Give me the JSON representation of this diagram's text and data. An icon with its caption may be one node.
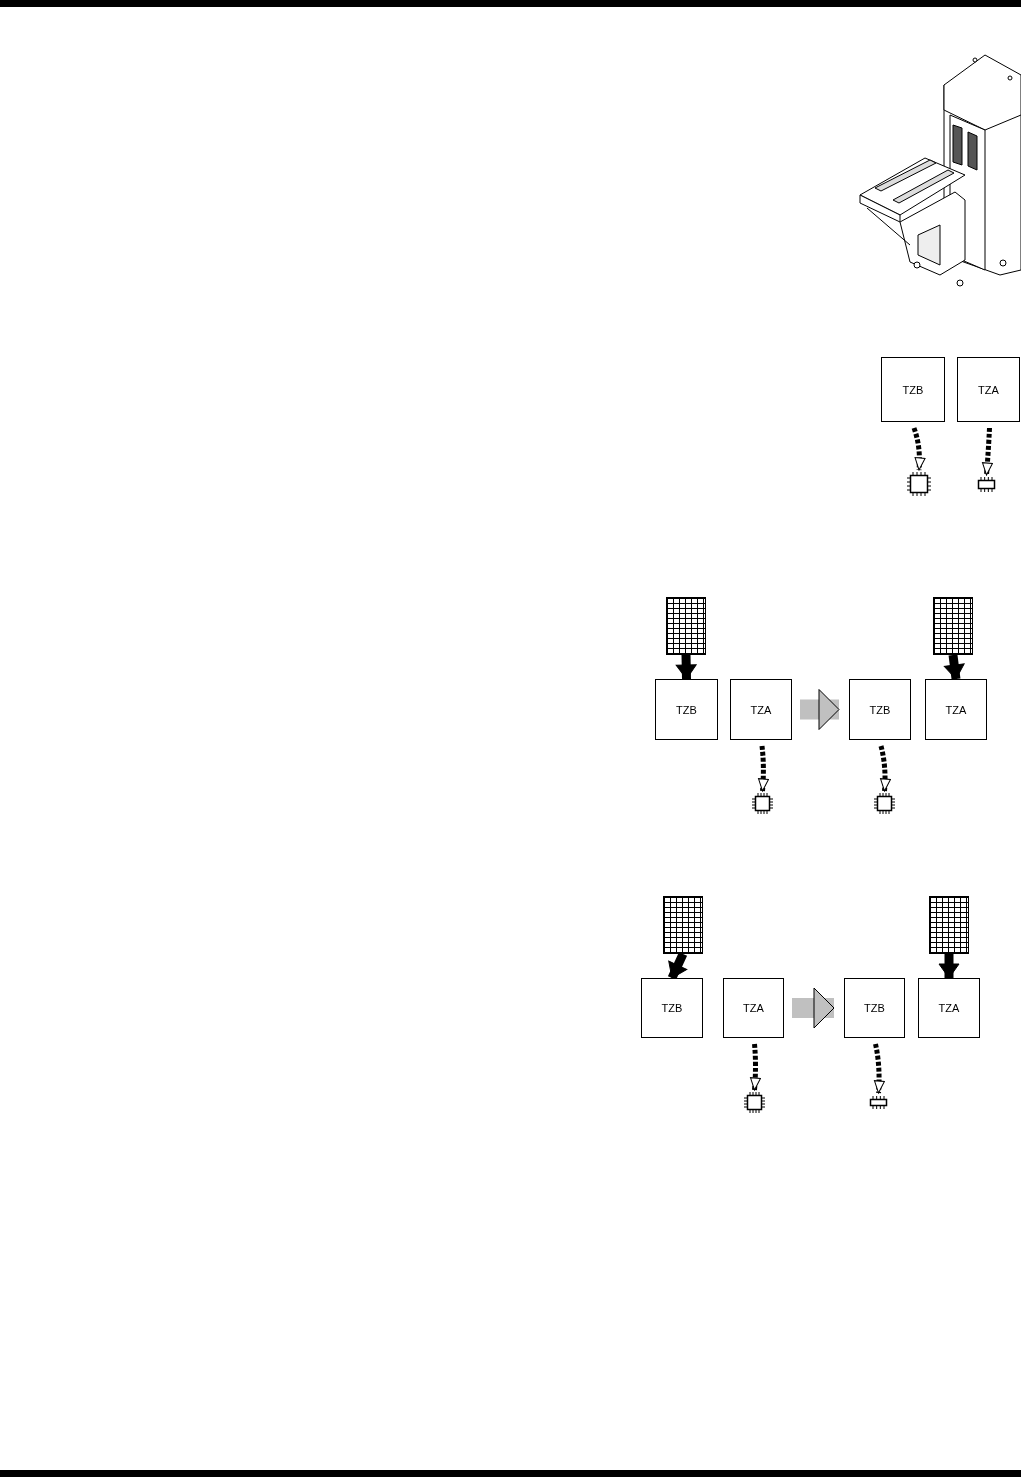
{
  "diagram": {
    "nodes": [
      {
        "text": [
          "TZB"
        ]
      },
      {
        "text": [
          "TZA"
        ]
      },
      {
        "text": [],
        "shape": "chip"
      },
      {
        "text": [],
        "shape": "chip"
      },
      {
        "text": [],
        "shape": "grid"
      },
      {
        "text": [],
        "shape": "grid"
      },
      {
        "text": [
          "TZB"
        ]
      },
      {
        "text": [
          "TZA"
        ]
      },
      {
        "text": [
          "TZB"
        ]
      },
      {
        "text": [
          "TZA"
        ]
      },
      {
        "text": [],
        "shape": "chip"
      },
      {
        "text": [],
        "shape": "chip"
      },
      {
        "text": [],
        "shape": "grid"
      },
      {
        "text": [],
        "shape": "grid"
      },
      {
        "text": [
          "TZB"
        ]
      },
      {
        "text": [
          "TZA"
        ]
      },
      {
        "text": [
          "TZB"
        ]
      },
      {
        "text": [
          "TZA"
        ]
      },
      {
        "text": [],
        "shape": "chip"
      },
      {
        "text": [],
        "shape": "chip"
      }
    ],
    "edges": [
      {
        "from": 0,
        "to": 2,
        "arrow": "to",
        "style": "dashed"
      },
      {
        "from": 1,
        "to": 3,
        "arrow": "to",
        "style": "dashed"
      },
      {
        "from": 4,
        "to": 6,
        "arrow": "to",
        "style": "thick"
      },
      {
        "from": 5,
        "to": 9,
        "arrow": "to",
        "style": "thick"
      },
      {
        "from": 7,
        "to": 8,
        "arrow": "to",
        "style": "thick",
        "color": "#c0c0c0"
      },
      {
        "from": 7,
        "to": 10,
        "arrow": "to",
        "style": "dashed"
      },
      {
        "from": 8,
        "to": 11,
        "arrow": "to",
        "style": "dashed"
      },
      {
        "from": 12,
        "to": 14,
        "arrow": "to",
        "style": "thick"
      },
      {
        "from": 13,
        "to": 17,
        "arrow": "to",
        "style": "thick"
      },
      {
        "from": 15,
        "to": 16,
        "arrow": "to",
        "style": "thick",
        "color": "#c0c0c0"
      },
      {
        "from": 15,
        "to": 18,
        "arrow": "to",
        "style": "dashed"
      },
      {
        "from": 16,
        "to": 19,
        "arrow": "to",
        "style": "dashed"
      }
    ]
  }
}
